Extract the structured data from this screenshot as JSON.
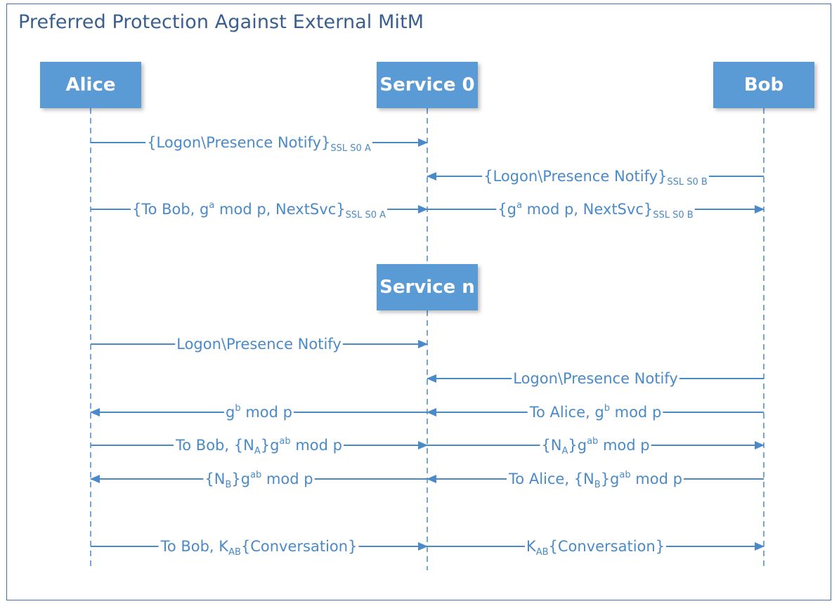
{
  "title": "Preferred Protection Against External MitM",
  "actors": {
    "alice": "Alice",
    "service0": "Service 0",
    "bob": "Bob",
    "servicen": "Service n"
  },
  "messages": [
    {
      "id": "m1",
      "from": "alice",
      "to": "service0",
      "segs": [
        [
          "{Logon\\Presence Notify}",
          ""
        ],
        [
          "SSL S0 A",
          "sub"
        ]
      ]
    },
    {
      "id": "m2",
      "from": "bob",
      "to": "service0",
      "segs": [
        [
          "{Logon\\Presence Notify}",
          ""
        ],
        [
          "SSL S0 B",
          "sub"
        ]
      ]
    },
    {
      "id": "m3",
      "from": "alice",
      "to": "service0",
      "segs": [
        [
          "{To Bob, g",
          ""
        ],
        [
          "a",
          "sup"
        ],
        [
          " mod p, NextSvc}",
          ""
        ],
        [
          "SSL S0 A",
          "sub"
        ]
      ]
    },
    {
      "id": "m4",
      "from": "service0",
      "to": "bob",
      "segs": [
        [
          "{g",
          ""
        ],
        [
          "a",
          "sup"
        ],
        [
          " mod p, NextSvc}",
          ""
        ],
        [
          "SSL S0 B",
          "sub"
        ]
      ]
    },
    {
      "id": "m5",
      "from": "alice",
      "to": "servicen",
      "segs": [
        [
          "Logon\\Presence Notify",
          ""
        ]
      ]
    },
    {
      "id": "m6",
      "from": "bob",
      "to": "servicen",
      "segs": [
        [
          "Logon\\Presence Notify",
          ""
        ]
      ]
    },
    {
      "id": "m7",
      "from": "servicen",
      "to": "alice",
      "segs": [
        [
          "g",
          ""
        ],
        [
          "b",
          "sup"
        ],
        [
          " mod p",
          ""
        ]
      ]
    },
    {
      "id": "m8",
      "from": "bob",
      "to": "servicen",
      "segs": [
        [
          "To Alice, g",
          ""
        ],
        [
          "b",
          "sup"
        ],
        [
          " mod p",
          ""
        ]
      ]
    },
    {
      "id": "m9",
      "from": "alice",
      "to": "servicen",
      "segs": [
        [
          "To Bob, {N",
          ""
        ],
        [
          "A",
          "sub"
        ],
        [
          "}g",
          ""
        ],
        [
          "ab",
          "sup"
        ],
        [
          " mod p",
          ""
        ]
      ]
    },
    {
      "id": "m10",
      "from": "servicen",
      "to": "bob",
      "segs": [
        [
          "{N",
          ""
        ],
        [
          "A",
          "sub"
        ],
        [
          "}g",
          ""
        ],
        [
          "ab",
          "sup"
        ],
        [
          " mod p",
          ""
        ]
      ]
    },
    {
      "id": "m11",
      "from": "servicen",
      "to": "alice",
      "segs": [
        [
          "{N",
          ""
        ],
        [
          "B",
          "sub"
        ],
        [
          "}g",
          ""
        ],
        [
          "ab",
          "sup"
        ],
        [
          " mod p",
          ""
        ]
      ]
    },
    {
      "id": "m12",
      "from": "bob",
      "to": "servicen",
      "segs": [
        [
          "To Alice, {N",
          ""
        ],
        [
          "B",
          "sub"
        ],
        [
          "}g",
          ""
        ],
        [
          "ab",
          "sup"
        ],
        [
          " mod p",
          ""
        ]
      ]
    },
    {
      "id": "m13",
      "from": "alice",
      "to": "servicen",
      "segs": [
        [
          "To Bob, K",
          ""
        ],
        [
          "AB",
          "sub"
        ],
        [
          "{Conversation}",
          ""
        ]
      ]
    },
    {
      "id": "m14",
      "from": "servicen",
      "to": "bob",
      "segs": [
        [
          "K",
          ""
        ],
        [
          "AB",
          "sub"
        ],
        [
          "{Conversation}",
          ""
        ]
      ]
    }
  ],
  "colors": {
    "accent": "#5b9bd5",
    "line": "#4a8ac8",
    "title": "#3a5f8f"
  }
}
